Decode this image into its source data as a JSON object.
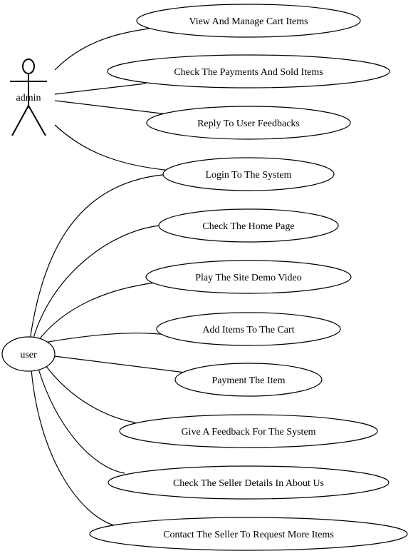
{
  "actors": {
    "admin": {
      "label": "admin"
    },
    "user": {
      "label": "user"
    }
  },
  "use_cases": [
    {
      "id": "view-manage-cart",
      "label": "View And Manage Cart Items"
    },
    {
      "id": "check-payments",
      "label": "Check The Payments And Sold Items"
    },
    {
      "id": "reply-feedbacks",
      "label": "Reply To User Feedbacks"
    },
    {
      "id": "login",
      "label": "Login To The System"
    },
    {
      "id": "check-home",
      "label": "Check The Home Page"
    },
    {
      "id": "play-demo",
      "label": "Play The Site Demo Video"
    },
    {
      "id": "add-items",
      "label": "Add Items To The Cart"
    },
    {
      "id": "payment-item",
      "label": "Payment The Item"
    },
    {
      "id": "give-feedback",
      "label": "Give A Feedback For The System"
    },
    {
      "id": "seller-details",
      "label": "Check The Seller Details In About Us"
    },
    {
      "id": "contact-seller",
      "label": "Contact The Seller To Request More Items"
    }
  ],
  "associations": [
    {
      "from": "admin",
      "to": "view-manage-cart"
    },
    {
      "from": "admin",
      "to": "check-payments"
    },
    {
      "from": "admin",
      "to": "reply-feedbacks"
    },
    {
      "from": "admin",
      "to": "login"
    },
    {
      "from": "user",
      "to": "login"
    },
    {
      "from": "user",
      "to": "check-home"
    },
    {
      "from": "user",
      "to": "play-demo"
    },
    {
      "from": "user",
      "to": "add-items"
    },
    {
      "from": "user",
      "to": "payment-item"
    },
    {
      "from": "user",
      "to": "give-feedback"
    },
    {
      "from": "user",
      "to": "seller-details"
    },
    {
      "from": "user",
      "to": "contact-seller"
    }
  ]
}
